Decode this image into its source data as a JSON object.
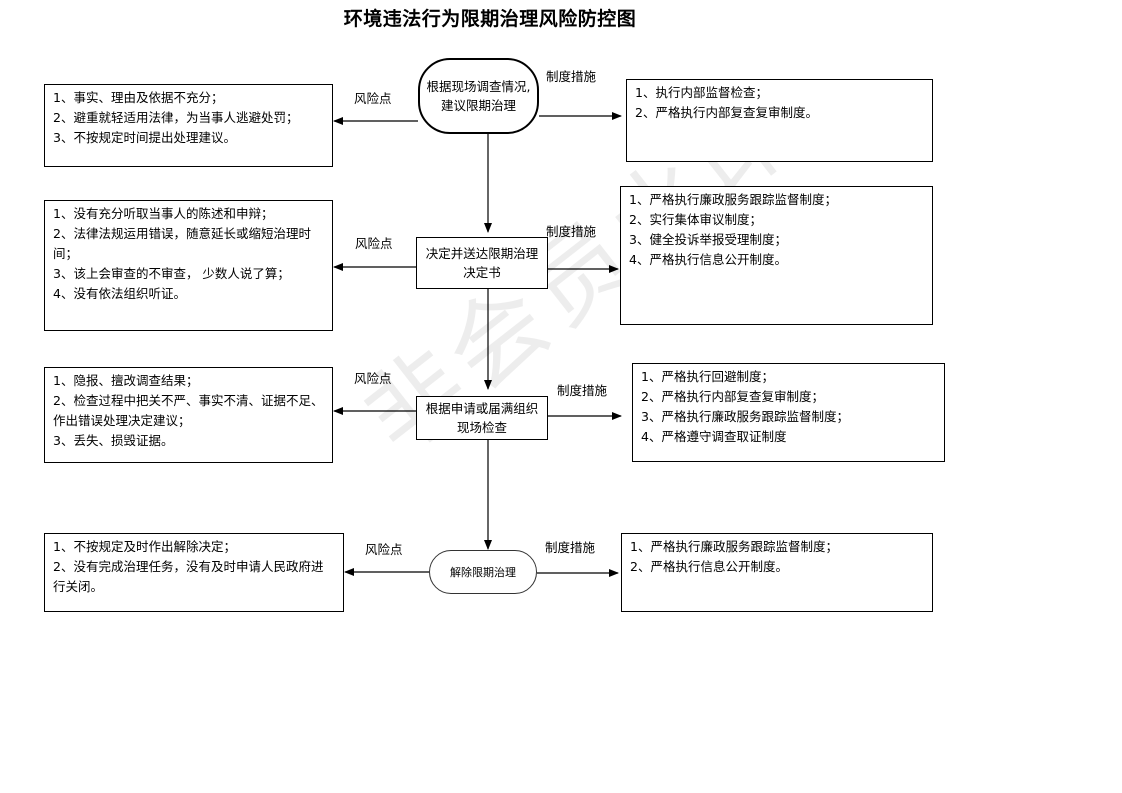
{
  "title": "环境违法行为限期治理风险防控图",
  "watermark": "非会员水印",
  "labels": {
    "risk": "风险点",
    "measure": "制度措施"
  },
  "steps": [
    {
      "process": "根据现场调查情况,建议限期治理",
      "risks": [
        "1、事实、理由及依据不充分；",
        "2、避重就轻适用法律，为当事人逃避处罚；",
        "3、不按规定时间提出处理建议。"
      ],
      "measures": [
        "1、执行内部监督检查；",
        "2、严格执行内部复查复审制度。"
      ]
    },
    {
      "process": "决定并送达限期治理决定书",
      "risks": [
        "1、没有充分听取当事人的陈述和申辩；",
        "2、法律法规运用错误，随意延长或缩短治理时间；",
        "3、该上会审查的不审查， 少数人说了算；",
        "4、没有依法组织听证。"
      ],
      "measures": [
        "1、严格执行廉政服务跟踪监督制度；",
        "2、实行集体审议制度；",
        "3、健全投诉举报受理制度；",
        "4、严格执行信息公开制度。"
      ]
    },
    {
      "process": "根据申请或届满组织现场检查",
      "risks": [
        "1、隐报、擅改调查结果；",
        "2、检查过程中把关不严、事实不清、证据不足、作出错误处理决定建议；",
        "3、丢失、损毁证据。"
      ],
      "measures": [
        "1、严格执行回避制度；",
        "2、严格执行内部复查复审制度；",
        "3、严格执行廉政服务跟踪监督制度；",
        "4、严格遵守调查取证制度"
      ]
    },
    {
      "process": "解除限期治理",
      "risks": [
        "1、不按规定及时作出解除决定；",
        "2、没有完成治理任务，没有及时申请人民政府进行关闭。"
      ],
      "measures": [
        "1、严格执行廉政服务跟踪监督制度；",
        "2、严格执行信息公开制度。"
      ]
    }
  ]
}
